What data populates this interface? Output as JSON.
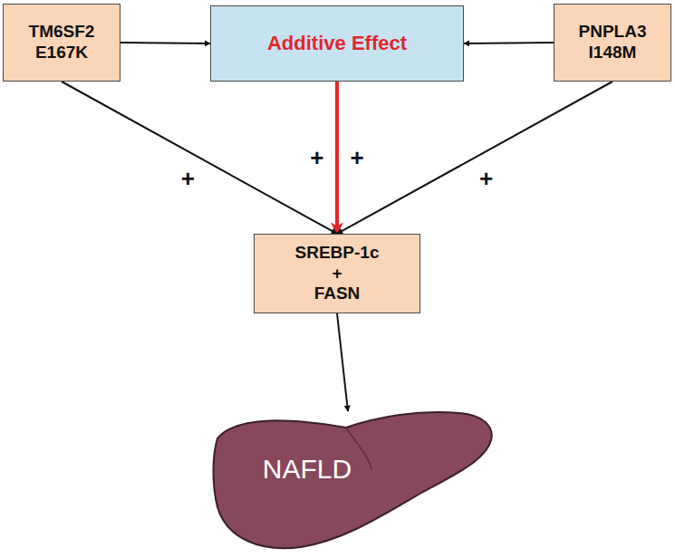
{
  "diagram": {
    "nodes": [
      {
        "text": [
          "TM6SF2 E167K"
        ]
      },
      {
        "text": [
          "Additive Effect"
        ]
      },
      {
        "text": [
          "PNPLA3 I148M"
        ]
      },
      {
        "text": [
          "SREBP-1c",
          "+",
          "FASN"
        ]
      },
      {
        "text": [
          "NAFLD"
        ]
      }
    ],
    "edges": [
      {
        "from": 0,
        "to": 1,
        "arrow": "to"
      },
      {
        "from": 2,
        "to": 1,
        "arrow": "to"
      },
      {
        "from": 1,
        "to": 3,
        "arrow": "to",
        "label": "+ +"
      },
      {
        "from": 0,
        "to": 3,
        "arrow": "to",
        "label": "+"
      },
      {
        "from": 2,
        "to": 3,
        "arrow": "to",
        "label": "+"
      },
      {
        "from": 3,
        "to": 4,
        "arrow": "to"
      }
    ]
  }
}
